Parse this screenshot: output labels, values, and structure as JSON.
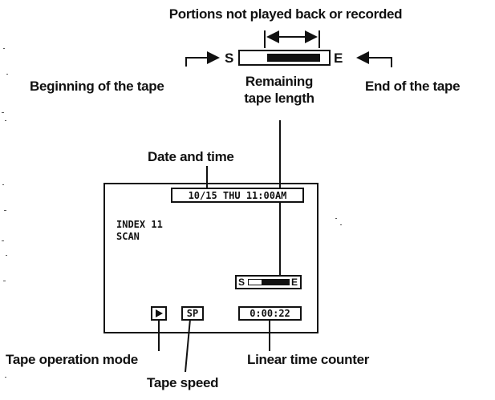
{
  "labels": {
    "portions_not_played": "Portions not played back or recorded",
    "beginning_of_tape": "Beginning of the tape",
    "remaining_line1": "Remaining",
    "remaining_line2": "tape length",
    "end_of_tape": "End of the tape",
    "date_and_time": "Date and time",
    "tape_operation_mode": "Tape operation mode",
    "tape_speed": "Tape speed",
    "linear_time_counter": "Linear time counter"
  },
  "indicator": {
    "start_letter": "S",
    "end_letter": "E"
  },
  "screen": {
    "datetime": "10/15 THU 11:00AM",
    "index_line": "INDEX 11",
    "scan_line": "SCAN",
    "mini_start": "S",
    "mini_end": "E",
    "speed": "SP",
    "counter": "0:00:22",
    "mode_icon": "play-icon"
  }
}
